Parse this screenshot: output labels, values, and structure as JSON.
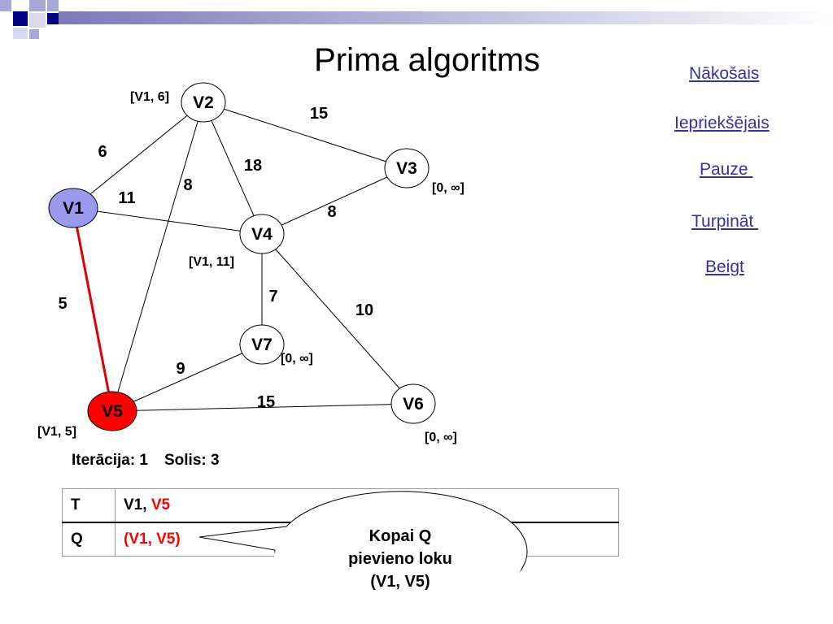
{
  "slide": {
    "title": "Prima algoritms",
    "accent_colors": {
      "dark": "#000080",
      "light": "#a8a8d8"
    }
  },
  "nav": {
    "next": "Nākošais",
    "previous": "Iepriekšējais",
    "pause": "Pauze ",
    "continue": "Turpināt ",
    "finish": "Beigt"
  },
  "graph": {
    "nodes": [
      {
        "id": "V1",
        "label": "V1",
        "fill": "#9999ee",
        "state_label": ""
      },
      {
        "id": "V2",
        "label": "V2",
        "fill": "#ffffff",
        "state_label": "[V1, 6]"
      },
      {
        "id": "V3",
        "label": "V3",
        "fill": "#ffffff",
        "state_label": "[0, ∞]"
      },
      {
        "id": "V4",
        "label": "V4",
        "fill": "#ffffff",
        "state_label": "[V1, 11]"
      },
      {
        "id": "V5",
        "label": "V5",
        "fill": "#ff0000",
        "state_label": "[V1, 5]"
      },
      {
        "id": "V6",
        "label": "V6",
        "fill": "#ffffff",
        "state_label": "[0, ∞]"
      },
      {
        "id": "V7",
        "label": "V7",
        "fill": "#ffffff",
        "state_label": "[0, ∞]"
      }
    ],
    "edges": [
      {
        "from": "V1",
        "to": "V2",
        "weight": "6",
        "highlight": false
      },
      {
        "from": "V1",
        "to": "V4",
        "weight": "11",
        "highlight": false
      },
      {
        "from": "V1",
        "to": "V5",
        "weight": "5",
        "highlight": true
      },
      {
        "from": "V2",
        "to": "V3",
        "weight": "15",
        "highlight": false
      },
      {
        "from": "V2",
        "to": "V4",
        "weight": "18",
        "highlight": false
      },
      {
        "from": "V2",
        "to": "V5",
        "weight": "8",
        "highlight": false
      },
      {
        "from": "V3",
        "to": "V4",
        "weight": "8",
        "highlight": false
      },
      {
        "from": "V4",
        "to": "V7",
        "weight": "7",
        "highlight": false
      },
      {
        "from": "V4",
        "to": "V6",
        "weight": "10",
        "highlight": false
      },
      {
        "from": "V5",
        "to": "V7",
        "weight": "9",
        "highlight": false
      },
      {
        "from": "V5",
        "to": "V6",
        "weight": "15",
        "highlight": false
      }
    ],
    "highlight_color": "#dd0000"
  },
  "status": {
    "iteration": "Iterācija: 1",
    "step": "Solis: 3"
  },
  "table": {
    "rows": [
      {
        "header": "T",
        "plain": "V1, ",
        "red": "V5"
      },
      {
        "header": "Q",
        "plain": "",
        "red": "(V1, V5)"
      }
    ]
  },
  "callout": {
    "lines": [
      "Kopai Q",
      "pievieno loku",
      "(V1, V5)"
    ]
  }
}
